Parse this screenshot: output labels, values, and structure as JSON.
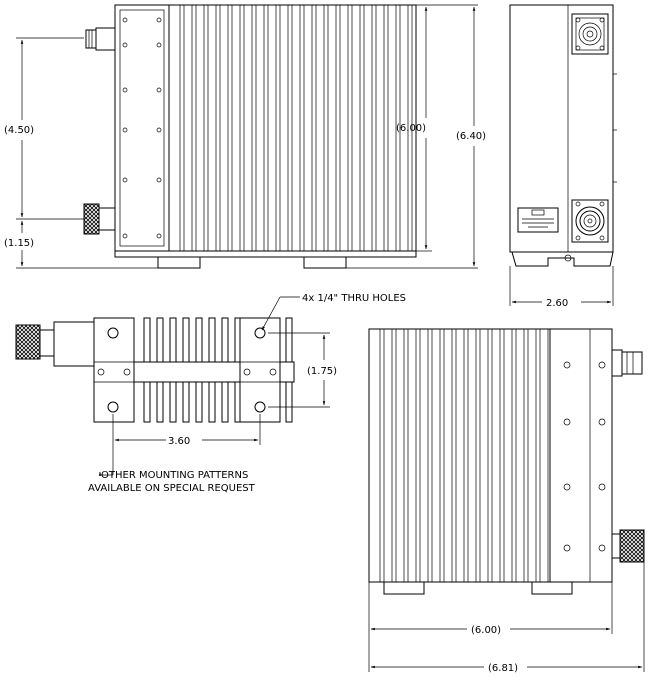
{
  "dimensions": {
    "front_hole_spacing": "(4.50)",
    "front_bottom_offset": "(1.15)",
    "front_fin_height": "(6.00)",
    "front_total_height": "(6.40)",
    "side_width": "2.60",
    "top_hole_spacing_vertical": "(1.75)",
    "top_hole_spacing_horizontal": "3.60",
    "bottom_body_width": "(6.00)",
    "bottom_total_width": "(6.81)"
  },
  "notes": {
    "thru_holes": "4x 1/4\" THRU HOLES",
    "mounting_line1": "OTHER MOUNTING PATTERNS",
    "mounting_line2": "AVAILABLE ON SPECIAL REQUEST"
  },
  "colors": {
    "line": "#000000",
    "background": "#ffffff",
    "connector": "#333333"
  }
}
